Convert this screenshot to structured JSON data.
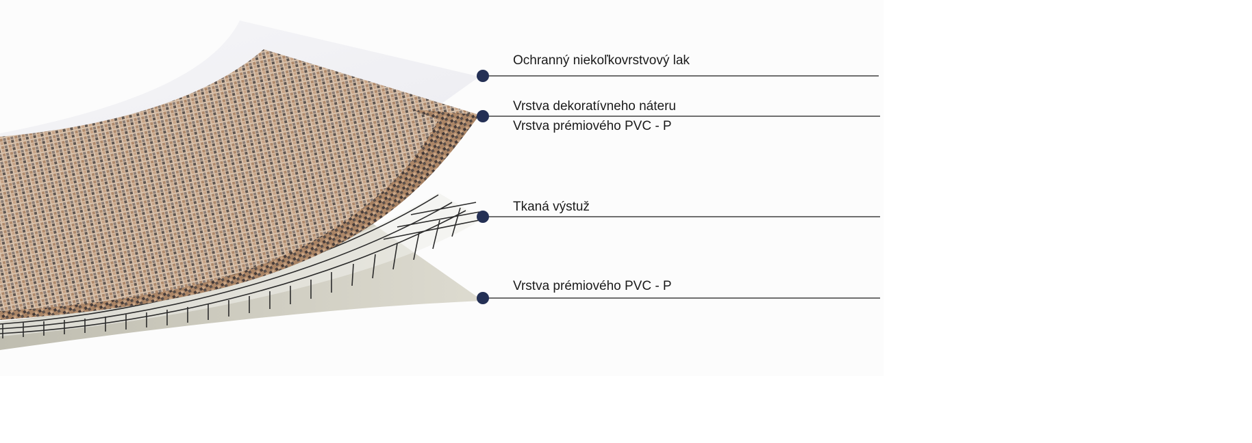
{
  "layers": [
    {
      "id": "lacquer",
      "label": "Ochranný niekoľkovrstvový lak"
    },
    {
      "id": "decorative",
      "label": "Vrstva dekoratívneho náteru"
    },
    {
      "id": "pvc-top",
      "label": "Vrstva prémiového PVC - P"
    },
    {
      "id": "mesh",
      "label": "Tkaná výstuž"
    },
    {
      "id": "pvc-bottom",
      "label": "Vrstva prémiového PVC - P"
    }
  ],
  "colors": {
    "marker": "#243055",
    "leader_line": "#1a1a1a",
    "lacquer_sheet": "#f3f3f6",
    "mosaic_base": "#c9ac93",
    "mesh": "#2a2a2a",
    "pvc_base": "#d4d2c6"
  }
}
